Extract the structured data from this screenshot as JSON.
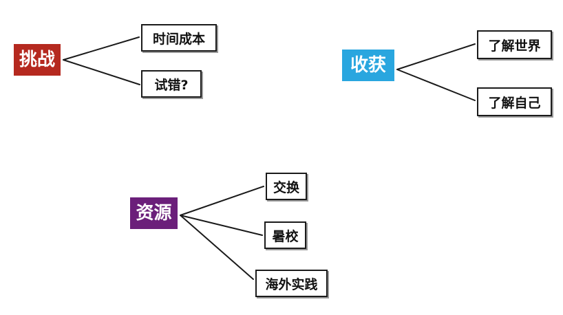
{
  "diagram": {
    "challenge": {
      "label": "挑战",
      "color": "#b5291f",
      "children": [
        "时间成本",
        "试错?"
      ]
    },
    "harvest": {
      "label": "收获",
      "color": "#29a6df",
      "children": [
        "了解世界",
        "了解自己"
      ]
    },
    "resources": {
      "label": "资源",
      "color": "#6b1f7a",
      "children": [
        "交换",
        "暑校",
        "海外实践"
      ]
    }
  }
}
